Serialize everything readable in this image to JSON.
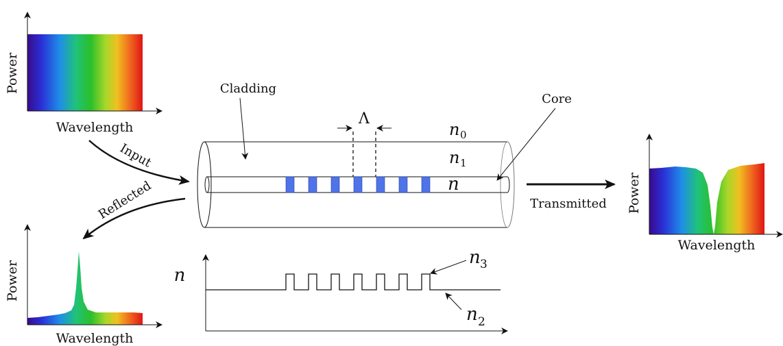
{
  "input_spectrum": {
    "ylabel": "Power",
    "xlabel": "Wavelength"
  },
  "reflected_spectrum": {
    "ylabel": "Power",
    "xlabel": "Wavelength"
  },
  "transmitted_spectrum": {
    "ylabel": "Power",
    "xlabel": "Wavelength"
  },
  "labels": {
    "cladding": "Cladding",
    "core": "Core",
    "period": "Λ",
    "input": "Input",
    "reflected": "Reflected",
    "transmitted": "Transmitted",
    "n": "n",
    "n0_base": "n",
    "n0_sub": "0",
    "n1_base": "n",
    "n1_sub": "1",
    "n3_base": "n",
    "n3_sub": "3",
    "n2_base": "n",
    "n2_sub": "2",
    "profile_n": "n"
  },
  "colors": {
    "grating": "#4f73e8",
    "grating_stroke": "#2a3f99",
    "outline": "#111111",
    "cladding": "#8a8a8a"
  },
  "grating": {
    "period_count": 7
  }
}
